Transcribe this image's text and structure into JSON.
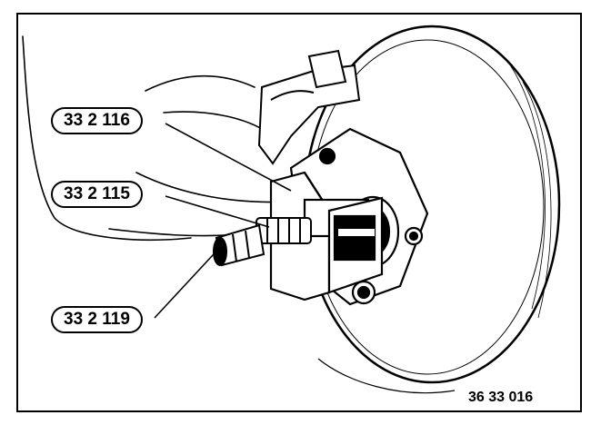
{
  "diagram": {
    "callouts": [
      {
        "id": "tool-33-2-116",
        "label": "33 2 116"
      },
      {
        "id": "tool-33-2-115",
        "label": "33 2 115"
      },
      {
        "id": "tool-33-2-119",
        "label": "33 2 119"
      }
    ],
    "figure_code": "36 33 016"
  }
}
